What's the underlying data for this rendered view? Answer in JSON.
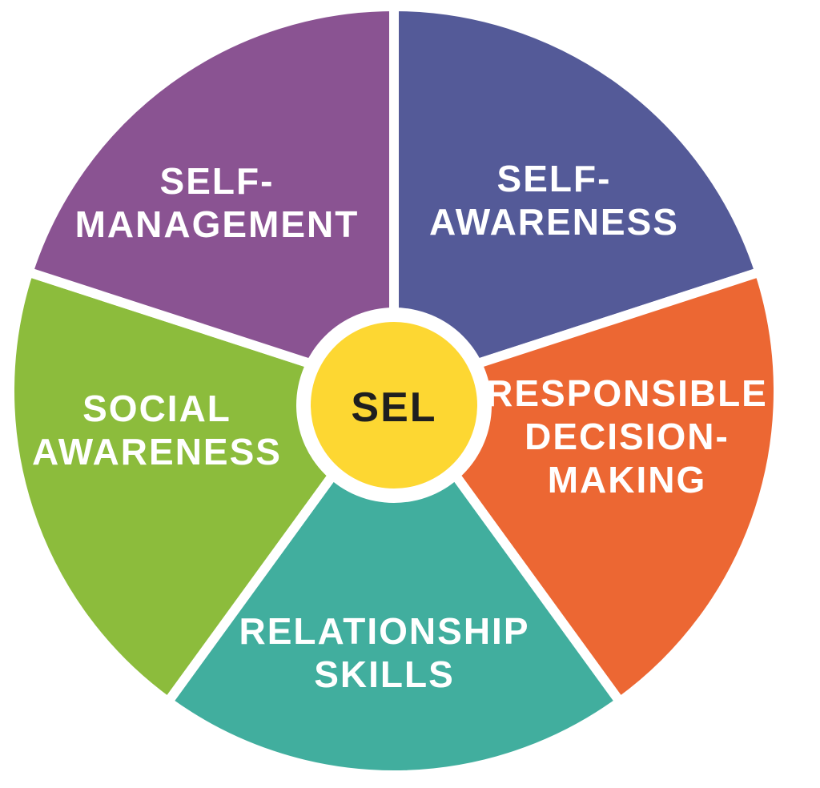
{
  "center": {
    "label": "SEL",
    "color": "#FDD732"
  },
  "segments": [
    {
      "id": "self-awareness",
      "lines": [
        "SELF-",
        "AWARENESS"
      ],
      "color": "#545A98"
    },
    {
      "id": "responsible-decision-making",
      "lines": [
        "RESPONSIBLE",
        "DECISION-",
        "MAKING"
      ],
      "color": "#EC6733"
    },
    {
      "id": "relationship-skills",
      "lines": [
        "RELATIONSHIP",
        "SKILLS"
      ],
      "color": "#41AE9E"
    },
    {
      "id": "social-awareness",
      "lines": [
        "SOCIAL",
        "AWARENESS"
      ],
      "color": "#8CBC3C"
    },
    {
      "id": "self-management",
      "lines": [
        "SELF-",
        "MANAGEMENT"
      ],
      "color": "#8A5392"
    }
  ],
  "divider_color": "#ffffff"
}
